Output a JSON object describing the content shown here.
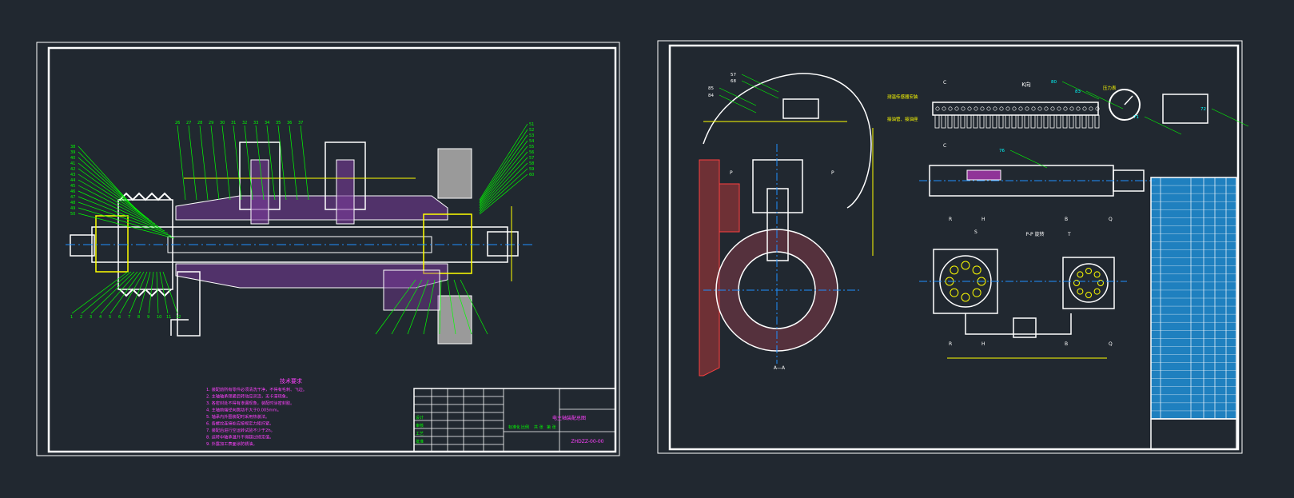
{
  "canvas": {
    "background": "#212830"
  },
  "colors": {
    "frame": "#ffffff",
    "leader": "#00ff00",
    "centerline": "#1e90ff",
    "hatch": "#c060ff",
    "dim": "#ffff00",
    "cyan": "#00ffff",
    "red": "#ff4040",
    "note": "#ff40ff",
    "table_bg": "#1e8fd8"
  },
  "left_sheet": {
    "notes_heading": "技术要求",
    "notes": [
      "1. 装配前所有零件必须清洗干净，不得有毛刺、飞边。",
      "2. 主轴轴承预紧后转动应灵活，无卡滞现象。",
      "3. 各密封处不得有渗漏现象，装配时涂密封胶。",
      "4. 主轴前端径向跳动不大于0.005mm。",
      "5. 轴承内外圈装配时采用热装法。",
      "6. 各螺纹连接处应按规定力矩拧紧。",
      "7. 装配后进行空运转试验不少于2h。",
      "8. 运转中轴承温升不得超过规定值。",
      "9. 外露加工表面涂防锈油。"
    ],
    "titleblock": {
      "name": "电主轴装配总图",
      "drawing_no": "ZHDZZ-00-00",
      "labels": [
        "设计",
        "审核",
        "工艺",
        "批准",
        "标准化",
        "比例",
        "共 张",
        "第 张"
      ]
    },
    "balloon_numbers_left": [
      "38",
      "39",
      "40",
      "41",
      "42",
      "43",
      "44",
      "45",
      "46",
      "47",
      "48",
      "49",
      "50"
    ],
    "balloon_numbers_top": [
      "26",
      "27",
      "28",
      "29",
      "30",
      "31",
      "32",
      "33",
      "34",
      "35",
      "36",
      "37"
    ],
    "balloon_numbers_right": [
      "51",
      "52",
      "53",
      "54",
      "55",
      "56",
      "57",
      "58",
      "59",
      "60"
    ],
    "balloon_numbers_bottom": [
      "1",
      "2",
      "3",
      "4",
      "5",
      "6",
      "7",
      "8",
      "9",
      "10",
      "11",
      "12"
    ]
  },
  "right_sheet": {
    "view_k": "K向",
    "view_p": "P-P 旋转",
    "view_a": "A—A",
    "section_letters": [
      "C",
      "C",
      "P",
      "P",
      "R",
      "H",
      "B",
      "Q",
      "S",
      "T",
      "R",
      "H",
      "B",
      "Q"
    ],
    "callouts": [
      "57",
      "68",
      "85",
      "84",
      "80",
      "83",
      "71",
      "72",
      "76"
    ],
    "labels": [
      "测温传感器安装",
      "接油管、接油座",
      "压力表"
    ],
    "parts_table_rows": 30
  }
}
